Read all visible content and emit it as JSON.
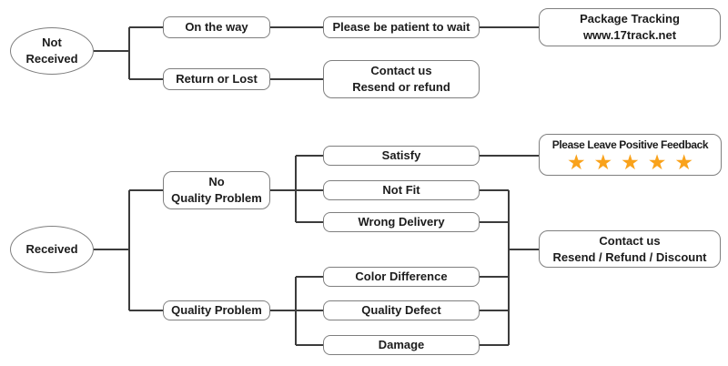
{
  "diagram_title": "Order issue resolution flowchart",
  "colors": {
    "background": "#ffffff",
    "connector_line": "#3c3c3c",
    "node_border": "#7f7f7f",
    "text": "#1c1c1c",
    "star": "#F9A21B"
  },
  "not_received_tree": {
    "root": {
      "line1": "Not",
      "line2": "Received"
    },
    "on_the_way": {
      "label": "On the way"
    },
    "be_patient": {
      "label": "Please be patient to wait"
    },
    "package_tracking": {
      "line1": "Package Tracking",
      "line2": "www.17track.net"
    },
    "return_or_lost": {
      "label": "Return or Lost"
    },
    "contact_resend_refund": {
      "line1": "Contact us",
      "line2": "Resend or refund"
    }
  },
  "received_tree": {
    "root": {
      "label": "Received"
    },
    "no_quality_problem": {
      "line1": "No",
      "line2": "Quality Problem"
    },
    "satisfy": {
      "label": "Satisfy"
    },
    "not_fit": {
      "label": "Not Fit"
    },
    "wrong_delivery": {
      "label": "Wrong Delivery"
    },
    "positive_feedback": {
      "label": "Please Leave Positive Feedback",
      "rating": 5,
      "stars_text": "★★★★★"
    },
    "quality_problem": {
      "label": "Quality Problem"
    },
    "color_difference": {
      "label": "Color Difference"
    },
    "quality_defect": {
      "label": "Quality Defect"
    },
    "damage": {
      "label": "Damage"
    },
    "contact_resend_refund_discount": {
      "line1": "Contact us",
      "line2": "Resend / Refund / Discount"
    }
  }
}
